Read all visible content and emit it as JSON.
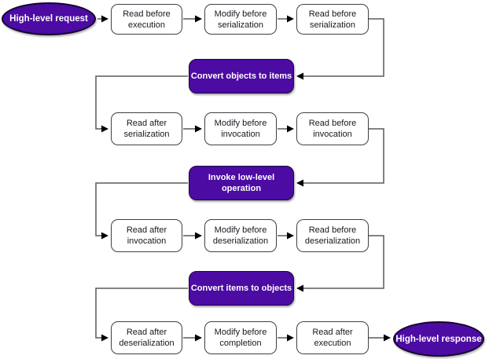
{
  "flow": {
    "start": "High-level request",
    "row1": [
      "Read before execution",
      "Modify before serialization",
      "Read before serialization"
    ],
    "stage1": "Convert objects to items",
    "row2": [
      "Read after serialization",
      "Modify before invocation",
      "Read before invocation"
    ],
    "stage2": "Invoke low-level operation",
    "row3": [
      "Read after invocation",
      "Modify before deserialization",
      "Read before deserialization"
    ],
    "stage3": "Convert items to objects",
    "row4": [
      "Read after deserialization",
      "Modify before completion",
      "Read after execution"
    ],
    "end": "High-level response"
  },
  "colors": {
    "stage_purple": "#4c0ba3",
    "stage_border": "#1c0a38",
    "process_border": "#3d4045",
    "process_text": "#16191f",
    "arrow_line": "#5a5a5a",
    "arrow_head": "#000000",
    "background": "#ffffff"
  }
}
